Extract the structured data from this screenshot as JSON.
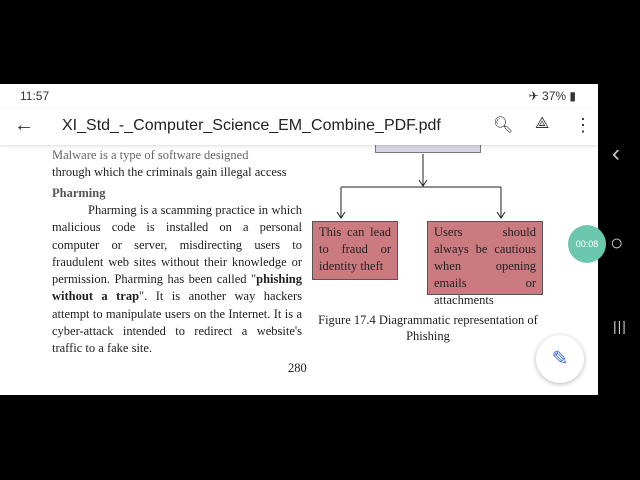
{
  "status": {
    "time": "11:57",
    "battery": "37%",
    "airplane_icon": "airplane-icon"
  },
  "appbar": {
    "title": "XI_Std_-_Computer_Science_EM_Combine_PDF.pdf",
    "back_icon": "←",
    "search_icon": "🔍︎",
    "drive_icon": "⟁",
    "menu_icon": "⋮"
  },
  "page": {
    "cut_line": "Malware is a type of software designed",
    "line2": "through which the criminals gain illegal access",
    "heading": "Pharming",
    "para_a": "Pharming is a scamming practice in which malicious code is installed on a personal computer or server, misdirecting users to fraudulent web sites without their knowledge or permission. Pharming has been called \"",
    "para_bold": "phishing without a trap",
    "para_b": "\". It is another way hackers attempt to manipulate users on the Internet. It is a cyber-attack intended to redirect a website's traffic to a fake site.",
    "page_number": "280",
    "diagram": {
      "box1": "This can lead to fraud or identity theft",
      "box2": "Users should always be cautious when opening emails or attachments",
      "box_color": "#cb7a80",
      "top_box_color": "#d9d3e6"
    },
    "caption": "Figure 17.4 Diagrammatic representation of Phishing"
  },
  "fab": {
    "icon": "✎"
  },
  "recorder": {
    "time": "00:08"
  },
  "nav": {
    "back": "‹",
    "home": "○",
    "recents": "|||"
  }
}
